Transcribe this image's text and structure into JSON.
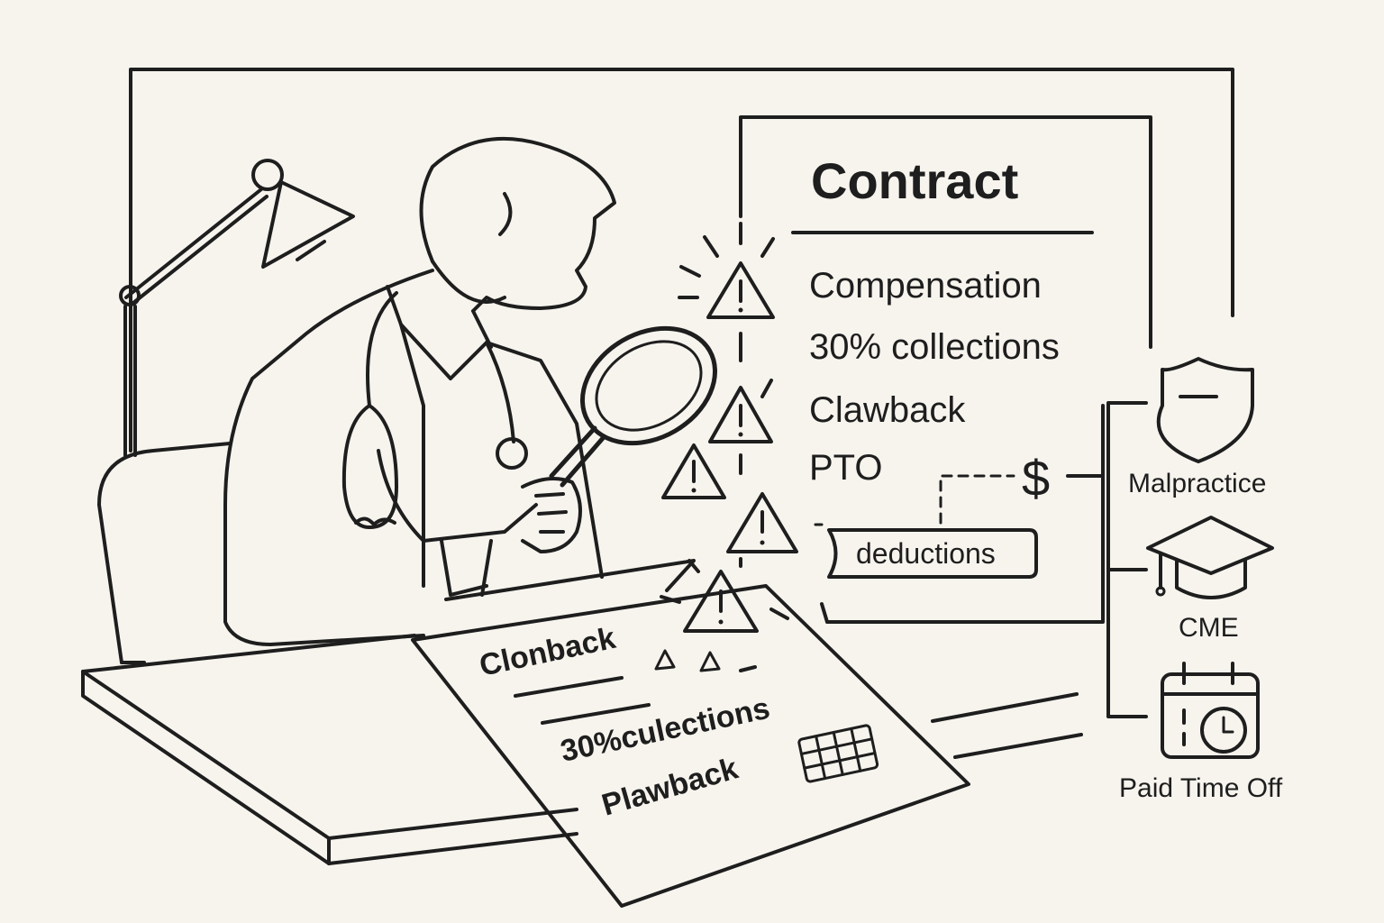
{
  "contract": {
    "title": "Contract",
    "items": [
      "Compensation",
      "30% collections",
      "Clawback",
      "PTO"
    ],
    "deductions_label": "deductions",
    "dollar_symbol": "$"
  },
  "benefits": {
    "malpractice": "Malpractice",
    "cme": "CME",
    "pto": "Paid Time Off"
  },
  "paper": {
    "line1": "Clonback",
    "line2": "30%culections",
    "line3": "Plawback"
  },
  "icons": [
    "desk-lamp-icon",
    "magnifying-glass-icon",
    "warning-icon",
    "shield-icon",
    "graduation-cap-icon",
    "calendar-clock-icon",
    "dollar-icon",
    "calendar-grid-icon",
    "stethoscope-icon"
  ],
  "colors": {
    "ink": "#1e1e1e",
    "paper": "#f7f4ee"
  }
}
